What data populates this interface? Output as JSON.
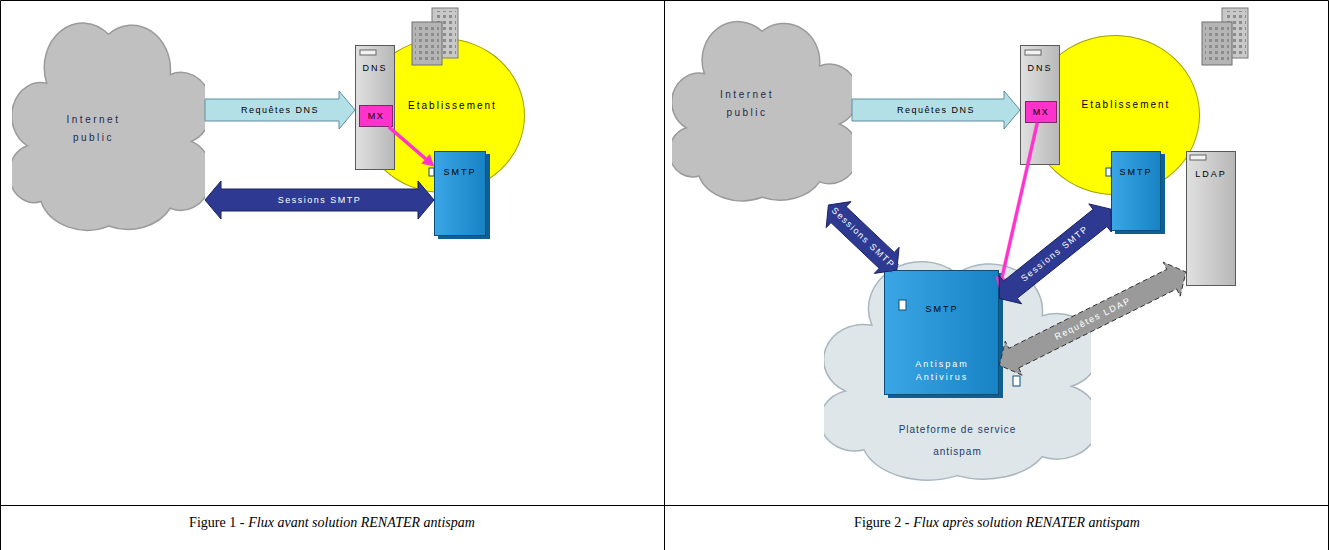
{
  "diagram": {
    "nodes": [
      {
        "text": [
          "Internet public"
        ]
      },
      {
        "text": [
          "Etablissement"
        ]
      },
      {
        "text": [
          "DNS"
        ]
      },
      {
        "text": [
          "MX"
        ],
        "in": 2
      },
      {
        "text": [
          "SMTP"
        ],
        "in": 1
      },
      {
        "text": [
          "Internet public"
        ]
      },
      {
        "text": [
          "Etablissement"
        ]
      },
      {
        "text": [
          "DNS"
        ]
      },
      {
        "text": [
          "MX"
        ],
        "in": 7
      },
      {
        "text": [
          "SMTP"
        ],
        "in": 6
      },
      {
        "text": [
          "LDAP"
        ],
        "in": 6
      },
      {
        "text": [
          "Plateforme de service antispam"
        ]
      },
      {
        "text": [
          "SMTP",
          "Antispam Antivirus"
        ],
        "in": 11
      }
    ],
    "edges": [
      {
        "from": 0,
        "to": 2,
        "label": "Requêtes DNS",
        "arrow": "to"
      },
      {
        "from": 0,
        "to": 4,
        "label": "Sessions SMTP",
        "arrow": "both"
      },
      {
        "from": 3,
        "to": 4,
        "arrow": "to"
      },
      {
        "from": 5,
        "to": 7,
        "label": "Requêtes DNS",
        "arrow": "to"
      },
      {
        "from": 5,
        "to": 12,
        "label": "Sessions SMTP",
        "arrow": "both"
      },
      {
        "from": 8,
        "to": 12,
        "arrow": "to"
      },
      {
        "from": 12,
        "to": 9,
        "label": "Sessions SMTP",
        "arrow": "both"
      },
      {
        "from": 12,
        "to": 10,
        "label": "Requêtes LDAP",
        "arrow": "both"
      }
    ],
    "labels": [
      "Figure 1 -",
      "Flux avant solution RENATER antispam",
      "Figure 2 -",
      "Flux après solution RENATER antispam"
    ]
  }
}
